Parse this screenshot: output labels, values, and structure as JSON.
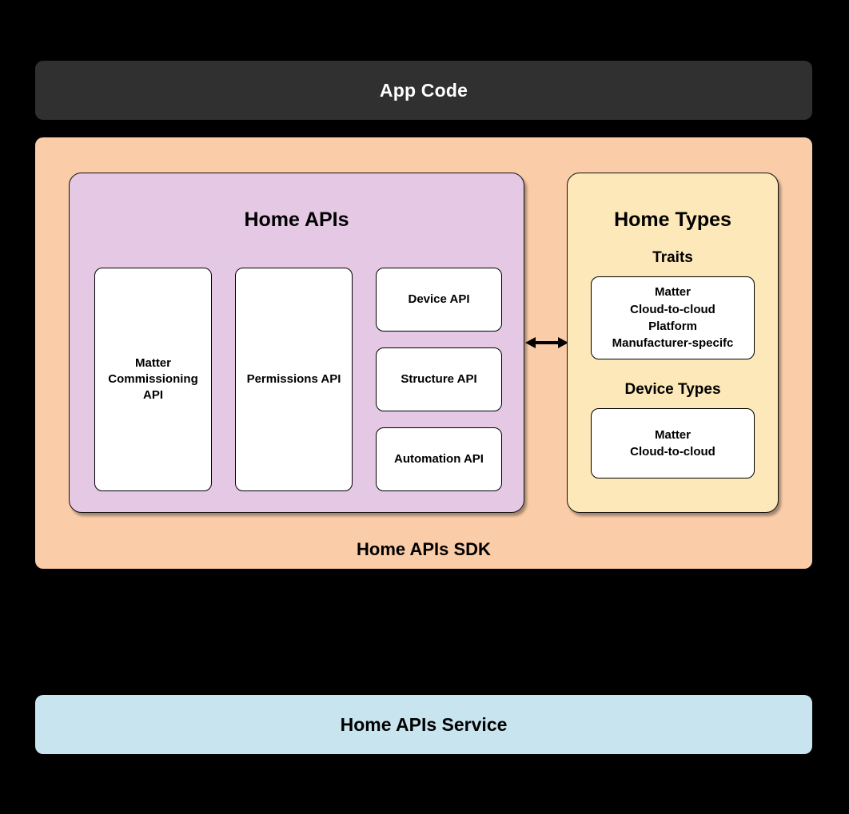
{
  "diagram": {
    "app_code": {
      "label": "App Code",
      "background_color": "#303030",
      "text_color": "#ffffff"
    },
    "sdk": {
      "label": "Home APIs SDK",
      "background_color": "#fbcca8"
    },
    "home_apis": {
      "title": "Home APIs",
      "background_color": "#e4c8e4",
      "cards": [
        {
          "label": "Matter\nCommissioning\nAPI"
        },
        {
          "label": "Permissions API"
        },
        {
          "label": "Device API"
        },
        {
          "label": "Structure API"
        },
        {
          "label": "Automation API"
        }
      ]
    },
    "home_types": {
      "title": "Home Types",
      "background_color": "#fce8b8",
      "sections": [
        {
          "heading": "Traits",
          "card_label": "Matter\nCloud-to-cloud\nPlatform\nManufacturer-specifc"
        },
        {
          "heading": "Device Types",
          "card_label": "Matter\nCloud-to-cloud"
        }
      ]
    },
    "connector": {
      "name": "bidirectional-arrow",
      "color": "#000000"
    },
    "service": {
      "label": "Home APIs Service",
      "background_color": "#c8e5ef",
      "text_color": "#000000"
    }
  }
}
